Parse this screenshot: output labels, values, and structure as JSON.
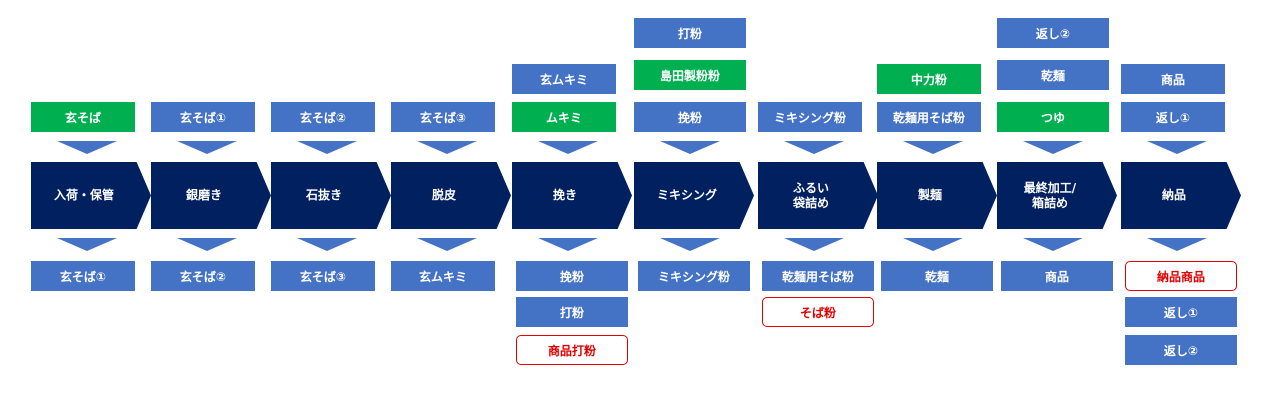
{
  "steps": [
    "入荷・保管",
    "銀磨き",
    "石抜き",
    "脱皮",
    "挽き",
    "ミキシング",
    "ふるい\n袋詰め",
    "製麺",
    "最終加工/\n箱詰め",
    "納品"
  ],
  "inputs": [
    [
      {
        "label": "玄そば",
        "kind": "green"
      }
    ],
    [
      {
        "label": "玄そば①",
        "kind": "blue"
      }
    ],
    [
      {
        "label": "玄そば②",
        "kind": "blue"
      }
    ],
    [
      {
        "label": "玄そば③",
        "kind": "blue"
      }
    ],
    [
      {
        "label": "玄ムキミ",
        "kind": "blue"
      },
      {
        "label": "ムキミ",
        "kind": "green"
      }
    ],
    [
      {
        "label": "打粉",
        "kind": "blue"
      },
      {
        "label": "島田製粉粉",
        "kind": "green"
      },
      {
        "label": "挽粉",
        "kind": "blue"
      }
    ],
    [
      {
        "label": "ミキシング粉",
        "kind": "blue"
      }
    ],
    [
      {
        "label": "中力粉",
        "kind": "green"
      },
      {
        "label": "乾麺用そば粉",
        "kind": "blue"
      }
    ],
    [
      {
        "label": "返し②",
        "kind": "blue"
      },
      {
        "label": "乾麺",
        "kind": "blue"
      },
      {
        "label": "つゆ",
        "kind": "green"
      }
    ],
    [
      {
        "label": "商品",
        "kind": "blue"
      },
      {
        "label": "返し①",
        "kind": "blue"
      }
    ]
  ],
  "outputs": [
    [
      {
        "label": "玄そば①",
        "kind": "blue"
      }
    ],
    [
      {
        "label": "玄そば②",
        "kind": "blue"
      }
    ],
    [
      {
        "label": "玄そば③",
        "kind": "blue"
      }
    ],
    [
      {
        "label": "玄ムキミ",
        "kind": "blue"
      }
    ],
    [
      {
        "label": "挽粉",
        "kind": "blue"
      },
      {
        "label": "打粉",
        "kind": "blue"
      },
      {
        "label": "商品打粉",
        "kind": "outline"
      }
    ],
    [
      {
        "label": "ミキシング粉",
        "kind": "blue"
      }
    ],
    [
      {
        "label": "乾麺用そば粉",
        "kind": "blue"
      },
      {
        "label": "そば粉",
        "kind": "outline"
      }
    ],
    [
      {
        "label": "乾麺",
        "kind": "blue"
      }
    ],
    [
      {
        "label": "商品",
        "kind": "blue"
      }
    ],
    [
      {
        "label": "納品商品",
        "kind": "outline"
      },
      {
        "label": "返し①",
        "kind": "blue"
      },
      {
        "label": "返し②",
        "kind": "blue"
      }
    ]
  ]
}
